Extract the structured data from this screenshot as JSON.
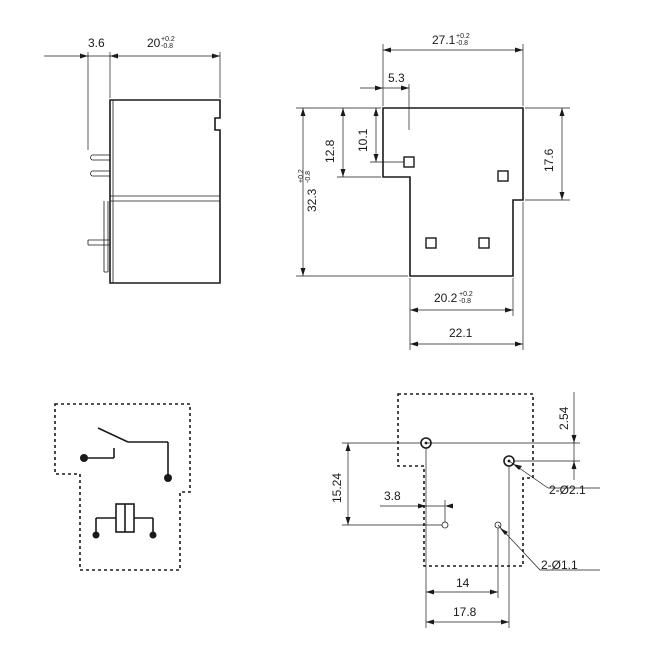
{
  "side_view": {
    "dim_pin_offset": "3.6",
    "dim_width_base": "20",
    "dim_width_tol_plus": "+0.2",
    "dim_width_tol_minus": "-0.8"
  },
  "top_view": {
    "dim_width_base": "27.1",
    "dim_width_tol_plus": "+0.2",
    "dim_width_tol_minus": "-0.8",
    "dim_notch": "5.3",
    "dim_height_base": "32.3",
    "dim_height_tol_plus": "+0.2",
    "dim_height_tol_minus": "-0.8",
    "dim_12_8": "12.8",
    "dim_10_1": "10.1",
    "dim_17_6": "17.6",
    "dim_bottom_base": "20.2",
    "dim_bottom_tol_plus": "+0.2",
    "dim_bottom_tol_minus": "-0.8",
    "dim_22_1": "22.1"
  },
  "pcb_layout": {
    "dim_2_54": "2.54",
    "dim_15_24": "15.24",
    "dim_3_8": "3.8",
    "label_large_holes": "2-Ø2.1",
    "label_small_holes": "2-Ø1.1",
    "dim_14": "14",
    "dim_17_8": "17.8"
  }
}
